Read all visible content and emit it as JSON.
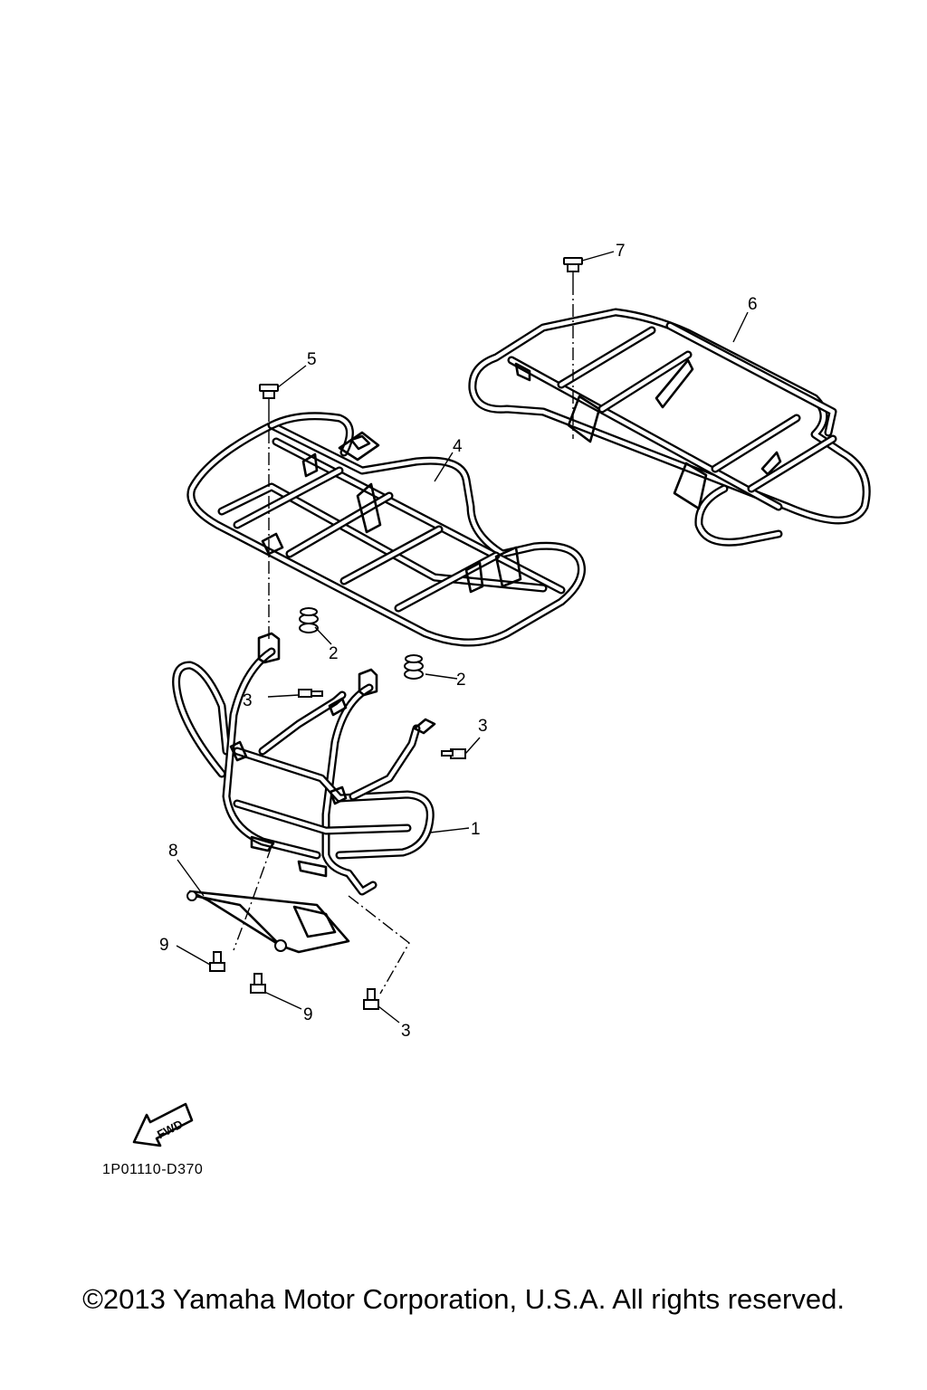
{
  "callouts": {
    "c1": "1",
    "c2a": "2",
    "c2b": "2",
    "c3a": "3",
    "c3b": "3",
    "c3c": "3",
    "c4": "4",
    "c5": "5",
    "c6": "6",
    "c7": "7",
    "c8": "8",
    "c9a": "9",
    "c9b": "9"
  },
  "fwd_label": "FWD",
  "diagram_code": "1P01110-D370",
  "copyright": "©2013 Yamaha Motor Corporation, U.S.A. All rights reserved."
}
